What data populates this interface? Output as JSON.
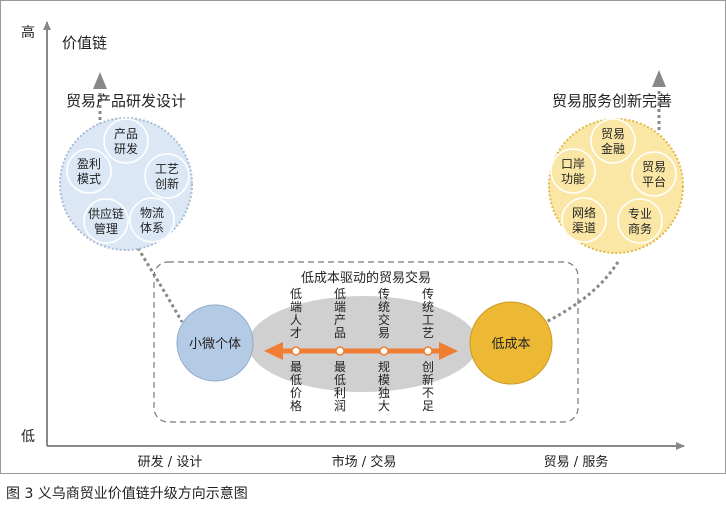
{
  "axis": {
    "y_high": "高",
    "y_low": "低",
    "y_title": "价值链",
    "x_labels": [
      "研发 / 设计",
      "市场 / 交易",
      "贸易 / 服务"
    ]
  },
  "left_cluster": {
    "title": "贸易产品研发设计",
    "items": [
      [
        "产品",
        "研发"
      ],
      [
        "盈利",
        "模式"
      ],
      [
        "工艺",
        "创新"
      ],
      [
        "供应链",
        "管理"
      ],
      [
        "物流",
        "体系"
      ]
    ]
  },
  "right_cluster": {
    "title": "贸易服务创新完善",
    "items": [
      [
        "贸易",
        "金融"
      ],
      [
        "口岸",
        "功能"
      ],
      [
        "贸易",
        "平台"
      ],
      [
        "网络",
        "渠道"
      ],
      [
        "专业",
        "商务"
      ]
    ]
  },
  "center": {
    "title": "低成本驱动的贸易交易",
    "left_node": "小微个体",
    "right_node": "低成本",
    "top_labels": [
      "低端人才",
      "低端产品",
      "传统交易",
      "传统工艺"
    ],
    "bottom_labels": [
      "最低价格",
      "最低利润",
      "规模独大",
      "创新不足"
    ]
  },
  "colors": {
    "left_bubble": "#dbe7f4",
    "left_node": "#b4cbe6",
    "right_bubble": "#fbe7a5",
    "right_node": "#edb935",
    "ellipse": "#d0d0d0",
    "arrow": "#ef7d32"
  },
  "caption": "图 3  义乌商贸业价值链升级方向示意图"
}
